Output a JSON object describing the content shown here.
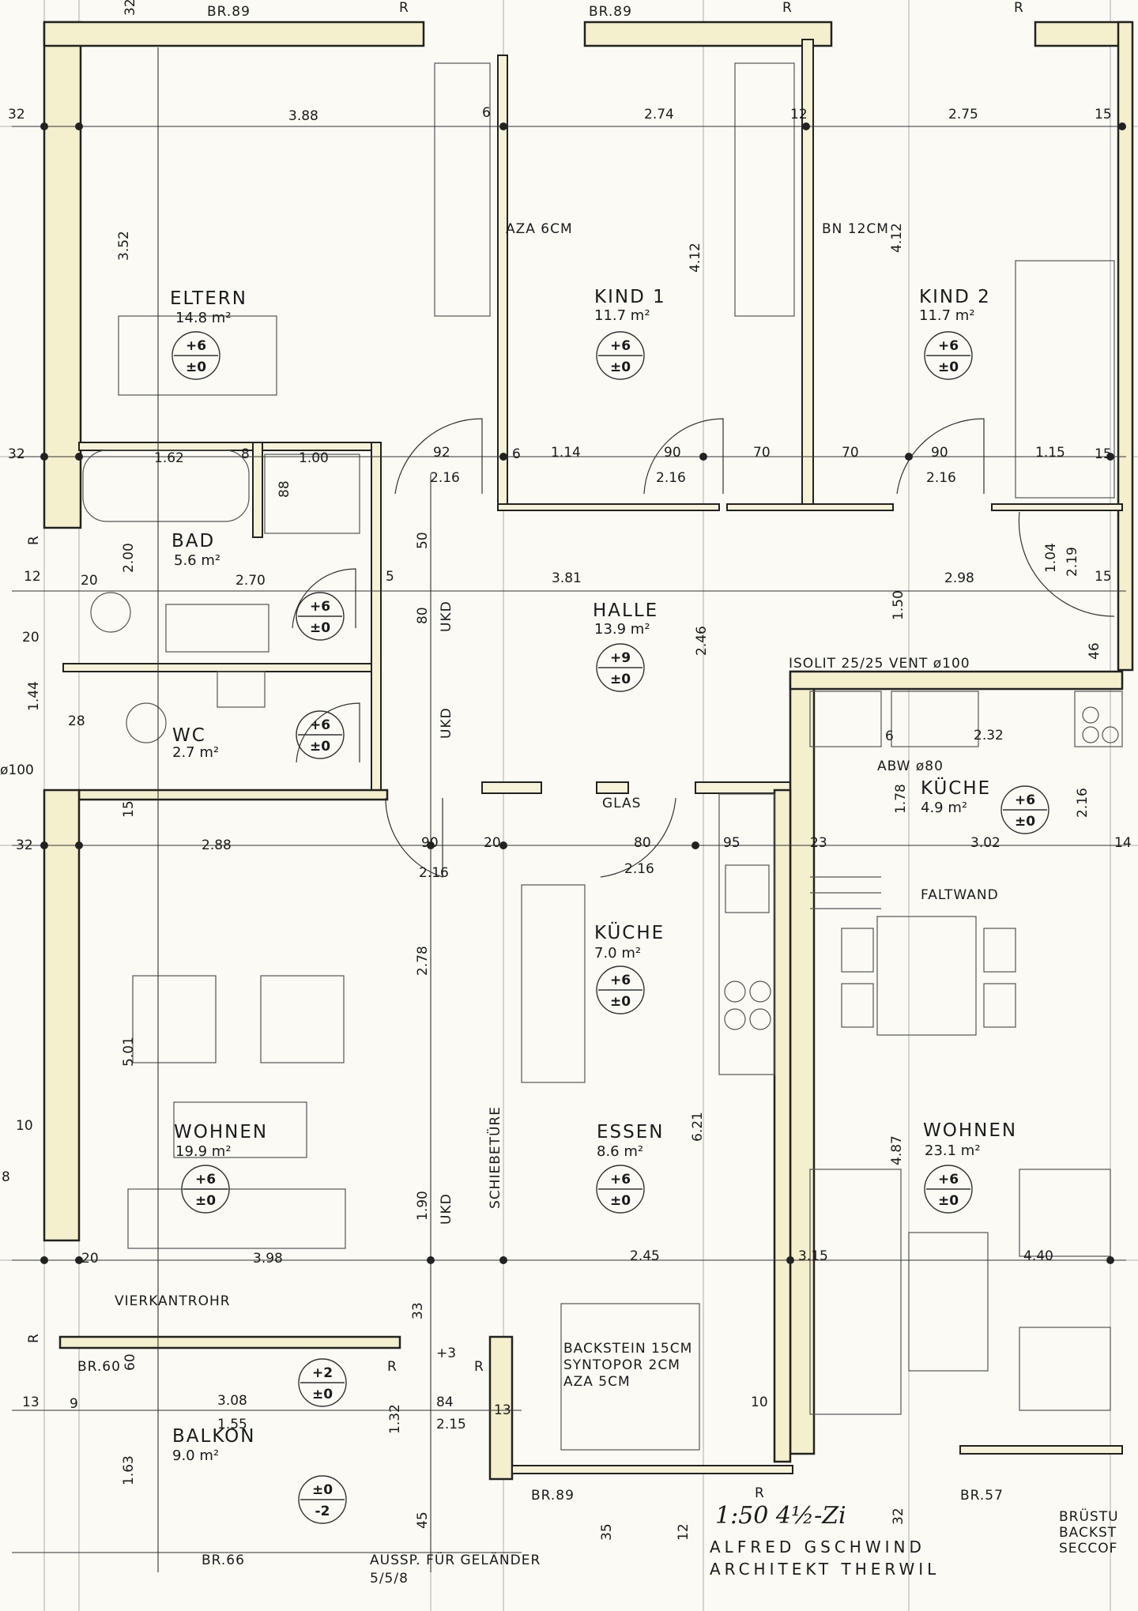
{
  "rooms": {
    "eltern": {
      "name": "ELTERN",
      "area": "14.8 m²"
    },
    "kind1": {
      "name": "KIND 1",
      "area": "11.7 m²"
    },
    "kind2": {
      "name": "KIND 2",
      "area": "11.7 m²"
    },
    "bad": {
      "name": "BAD",
      "area": "5.6 m²"
    },
    "wc": {
      "name": "WC",
      "area": "2.7 m²"
    },
    "halle": {
      "name": "HALLE",
      "area": "13.9 m²"
    },
    "kueche_left": {
      "name": "KÜCHE",
      "area": "7.0 m²"
    },
    "kueche_right": {
      "name": "KÜCHE",
      "area": "4.9 m²"
    },
    "wohnen_left": {
      "name": "WOHNEN",
      "area": "19.9 m²"
    },
    "essen": {
      "name": "ESSEN",
      "area": "8.6 m²"
    },
    "wohnen_right": {
      "name": "WOHNEN",
      "area": "23.1 m²"
    },
    "balkon": {
      "name": "BALKON",
      "area": "9.0 m²"
    }
  },
  "levels": {
    "eltern": [
      "+6",
      "±0"
    ],
    "kind1": [
      "+6",
      "±0"
    ],
    "kind2": [
      "+6",
      "±0"
    ],
    "bad": [
      "+6",
      "±0"
    ],
    "wc": [
      "+6",
      "±0"
    ],
    "halle": [
      "+9",
      "±0"
    ],
    "kueche_right": [
      "+6",
      "±0"
    ],
    "kueche_left": [
      "+6",
      "±0"
    ],
    "wohnen_left": [
      "+6",
      "±0"
    ],
    "essen": [
      "+6",
      "±0"
    ],
    "wohnen_right": [
      "+6",
      "±0"
    ],
    "balkon_top": [
      "+2",
      "±0"
    ],
    "balkon_bottom": [
      "±0",
      "-2"
    ]
  },
  "dimensions": {
    "d388": "3.88",
    "d274": "2.74",
    "d275": "2.75",
    "d352": "3.52",
    "d412a": "4.12",
    "d412b": "4.12",
    "d162": "1.62",
    "d100": "1.00",
    "d92": "92",
    "d114": "1.14",
    "d90a": "90",
    "d70a": "70",
    "d70b": "70",
    "d90b": "90",
    "d115": "1.15",
    "d216a": "2.16",
    "d216b": "2.16",
    "d216c": "2.16",
    "d216d": "2.16",
    "d216e": "2.16",
    "d216f": "2.16",
    "d88": "88",
    "d200": "2.00",
    "d270": "2.70",
    "d381": "3.81",
    "d298": "2.98",
    "d104": "1.04",
    "d219": "2.19",
    "d150": "1.50",
    "d246": "2.46",
    "d288": "2.88",
    "d90c": "90",
    "d80": "80",
    "d278": "2.78",
    "d501": "5.01",
    "d190": "1.90",
    "d621": "6.21",
    "d487": "4.87",
    "d398": "3.98",
    "d245": "2.45",
    "d440": "4.40",
    "d302": "3.02",
    "d178": "1.78",
    "d232": "2.32",
    "d308": "3.08",
    "d155": "1.55",
    "d163": "1.63",
    "d132": "1.32",
    "d215": "2.15",
    "d84": "84",
    "d46": "46",
    "d50": "50",
    "d80b": "80",
    "d13": "13",
    "d60": "60",
    "d35": "35",
    "d45": "45",
    "d10": "10",
    "d315": "3.15"
  },
  "small_marks": {
    "m32a": "32",
    "m32b": "32",
    "m32c": "32",
    "m32d": "32",
    "m32e": "32",
    "m12a": "12",
    "m12b": "12",
    "m12c": "12",
    "m20a": "20",
    "m20b": "20",
    "m20c": "20",
    "m6a": "6",
    "m6b": "6",
    "m6c": "6",
    "m15a": "15",
    "m15b": "15",
    "m15c": "15",
    "m15d": "15",
    "m28": "28",
    "m5": "5",
    "m8": "8",
    "m9": "9",
    "m23": "23",
    "m95": "95",
    "m14": "14",
    "mR1": "R",
    "mR2": "R",
    "mR3": "R",
    "mR4": "R",
    "mR5": "R",
    "mR6": "R",
    "mR7": "R",
    "mR8": "R",
    "m33": "33",
    "m3": "+3",
    "m144": "1.44",
    "m100": "ø100",
    "m10a": "10",
    "m8b": "8",
    "m13b": "13",
    "m20d": "20"
  },
  "annotations": {
    "br89_top_left": "BR.89",
    "br89_top_mid": "BR.89",
    "br60": "BR.60",
    "br66": "BR.66",
    "br89_bottom": "BR.89",
    "br57": "BR.57",
    "aza": "AZA 6CM",
    "bn": "BN 12CM",
    "isolit": "ISOLIT 25/25  VENT ø100",
    "abw": "ABW ø80",
    "glas": "GLAS",
    "faltwand": "FALTWAND",
    "ukd1": "UKD",
    "ukd2": "UKD",
    "ukd3": "UKD",
    "schiebetuere": "SCHIEBETÜRE",
    "vierkantrohr": "VIERKANTROHR",
    "wall_spec": [
      "BACKSTEIN 15CM",
      "SYNTOPOR   2CM",
      "AZA         5CM"
    ],
    "aussp": "AUSSP. FÜR GELÄNDER",
    "aussp2": "5/5/8",
    "scale": "1:50 4½-Zi",
    "credit1": "ALFRED GSCHWIND",
    "credit2": "ARCHITEKT THERWIL",
    "bruestung": [
      "BRÜSTU",
      "BACKST",
      "SECCOF"
    ]
  }
}
